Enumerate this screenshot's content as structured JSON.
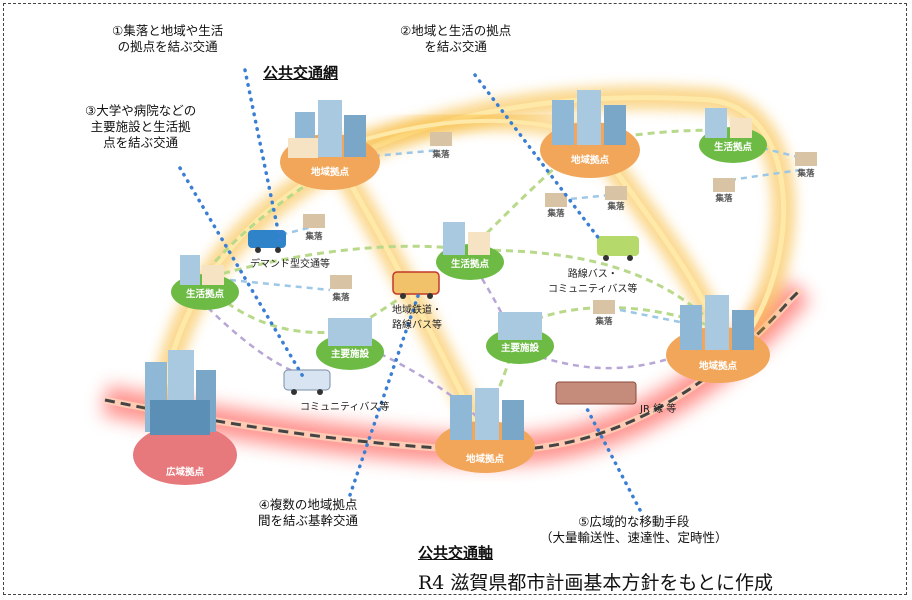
{
  "labels": {
    "callout1": [
      "①集落と地域や生活",
      "の拠点を結ぶ交通"
    ],
    "callout2": [
      "②地域と生活の拠点",
      "を結ぶ交通"
    ],
    "callout3": [
      "③大学や病院などの",
      "主要施設と生活拠",
      "点を結ぶ交通"
    ],
    "callout4": [
      "④複数の地域拠点",
      "間を結ぶ基幹交通"
    ],
    "callout5": [
      "⑤広域的な移動手段",
      "（大量輸送性、速達性、定時性）"
    ],
    "network_title": "公共交通網",
    "axis_title": "公共交通軸",
    "source": "R4 滋賀県都市計画基本方針をもとに作成"
  },
  "vehicles": {
    "demand": "デマンド型交通等",
    "rail_bus": [
      "地域鉄道・",
      "路線バス等"
    ],
    "route_bus": [
      "路線バス・",
      "コミュニティバス等"
    ],
    "community_bus": "コミュニティバス等",
    "jr": "JR 線 等"
  },
  "nodes": {
    "regional": "地域拠点",
    "life": "生活拠点",
    "main_facility": "主要施設",
    "wide": "広域拠点",
    "village": "集落"
  },
  "colors": {
    "regional_node": "#f2a65a",
    "life_node": "#6dbb45",
    "main_node": "#6dbb45",
    "wide_node": "#e7787c",
    "trunk_glow": "#f7b733",
    "jr_glow": "#ff3b30",
    "callout_dots": "#3b7fd4"
  }
}
